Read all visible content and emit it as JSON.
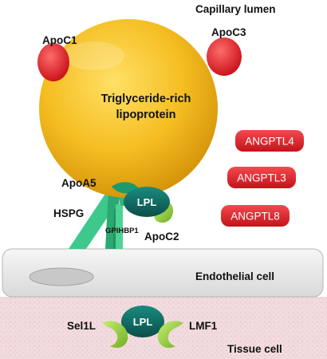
{
  "labels": {
    "capillary_lumen": "Capillary lumen",
    "apoc1": "ApoC1",
    "apoc3": "ApoC3",
    "lipoprotein_line1": "Triglyceride-rich",
    "lipoprotein_line2": "lipoprotein",
    "apoa5": "ApoA5",
    "hspg": "HSPG",
    "lpl_top": "LPL",
    "gpihbp1": "GPIHBP1",
    "apoc2": "ApoC2",
    "endothelial_cell": "Endothelial cell",
    "sel1l": "Sel1L",
    "lpl_bottom": "LPL",
    "lmf1": "LMF1",
    "tissue_cell": "Tissue cell"
  },
  "inhibitors": [
    "ANGPTL4",
    "ANGPTL3",
    "ANGPTL8"
  ],
  "colors": {
    "lipoprotein": "#f2b51a",
    "apolipoprotein": "#e8202a",
    "inhibitor_pill": "#e31f26",
    "lpl": "#0f6b63",
    "hspg": "#2ec27e",
    "cofactor_green": "#9ad13a",
    "endothelium": "#e6e6e6",
    "tissue": "#f0d6da"
  }
}
